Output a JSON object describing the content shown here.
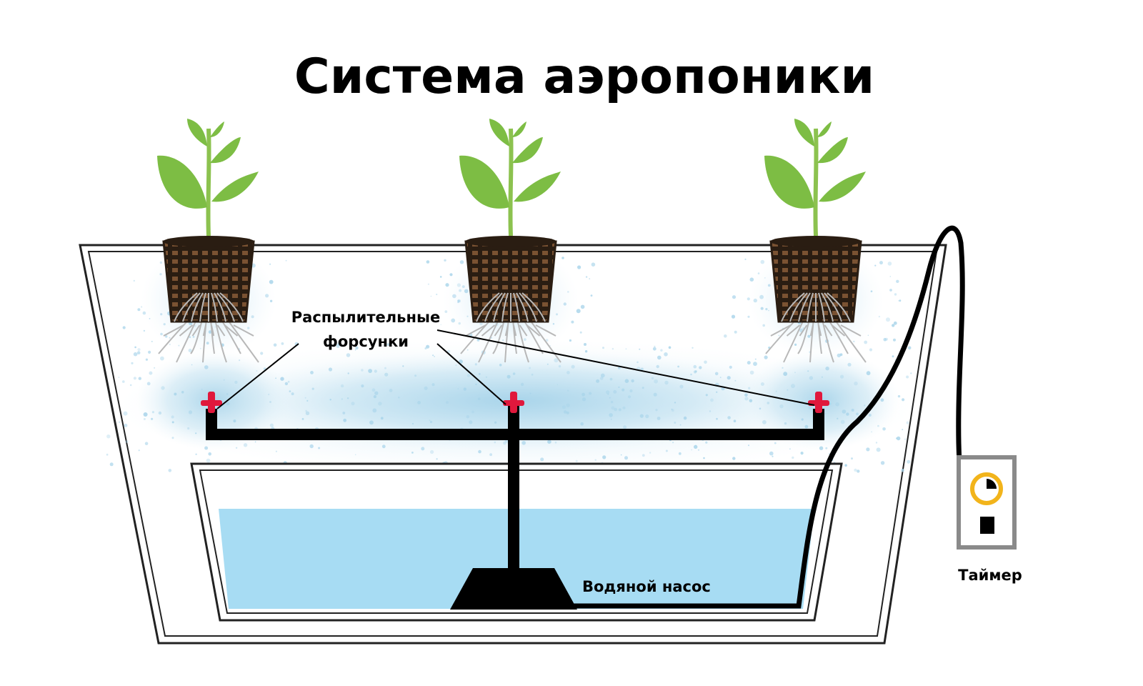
{
  "title": "Система аэропоники",
  "labels": {
    "nozzles_line1": "Распылительные",
    "nozzles_line2": "форсунки",
    "pump": "Водяной насос",
    "timer": "Таймер"
  },
  "colors": {
    "leaf": "#7dbd44",
    "stem": "#8cc24f",
    "pot": "#2a1d12",
    "pot_fill": "#7a5232",
    "mist": "#a8d4ea",
    "water": "#a7dcf3",
    "pipe": "#000000",
    "nozzle": "#e0183c",
    "timer_ring": "#f2b41b",
    "timer_case": "#8a8a8a",
    "root": "#b8b8b8"
  },
  "icons": [
    "plant-icon",
    "net-pot-icon",
    "nozzle-icon",
    "pump-icon",
    "timer-icon",
    "plug-icon"
  ]
}
